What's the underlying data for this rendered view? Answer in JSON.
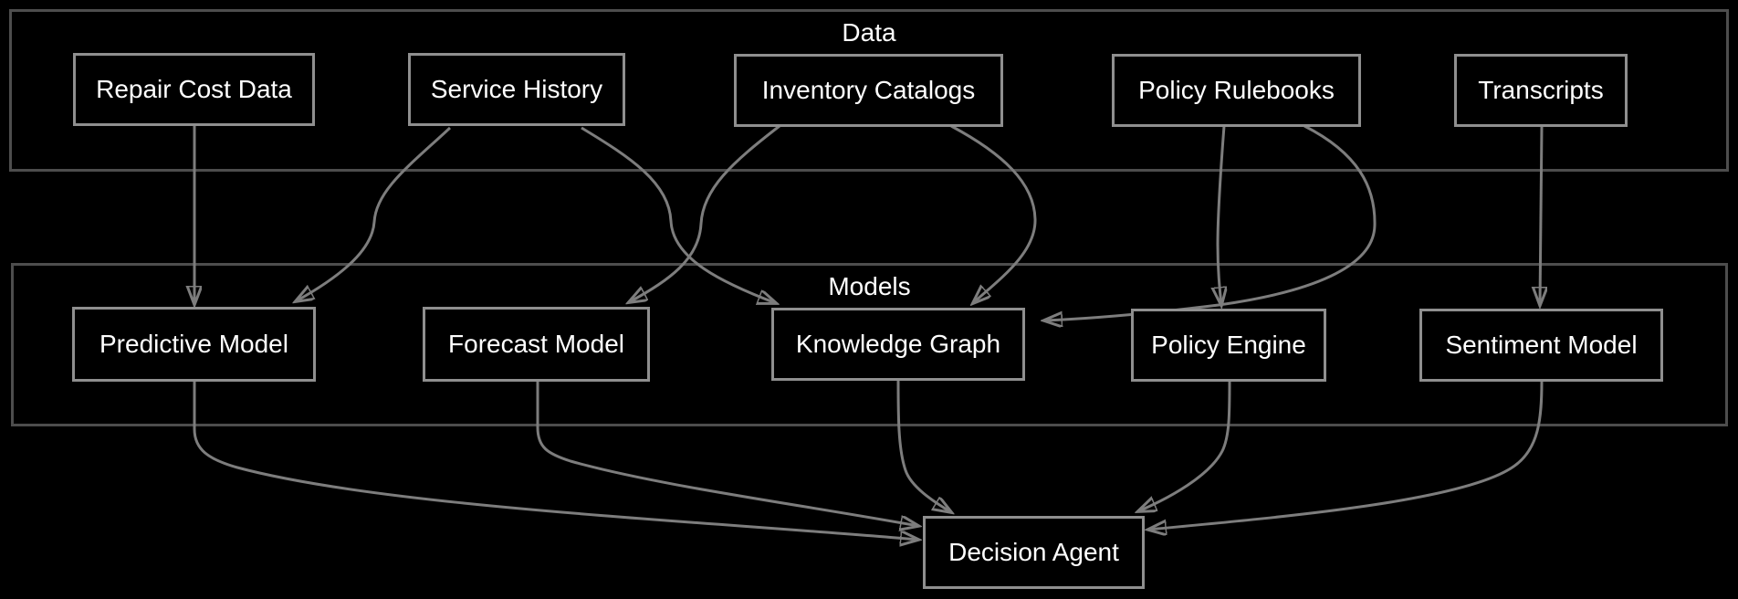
{
  "diagram": {
    "clusters": [
      {
        "id": "data",
        "label": "Data"
      },
      {
        "id": "models",
        "label": "Models"
      }
    ],
    "nodes": [
      {
        "id": "repair-cost-data",
        "label": "Repair Cost Data",
        "cluster": "data"
      },
      {
        "id": "service-history",
        "label": "Service History",
        "cluster": "data"
      },
      {
        "id": "inventory-catalogs",
        "label": "Inventory Catalogs",
        "cluster": "data"
      },
      {
        "id": "policy-rulebooks",
        "label": "Policy Rulebooks",
        "cluster": "data"
      },
      {
        "id": "transcripts",
        "label": "Transcripts",
        "cluster": "data"
      },
      {
        "id": "predictive-model",
        "label": "Predictive Model",
        "cluster": "models"
      },
      {
        "id": "forecast-model",
        "label": "Forecast Model",
        "cluster": "models"
      },
      {
        "id": "knowledge-graph",
        "label": "Knowledge Graph",
        "cluster": "models"
      },
      {
        "id": "policy-engine",
        "label": "Policy Engine",
        "cluster": "models"
      },
      {
        "id": "sentiment-model",
        "label": "Sentiment Model",
        "cluster": "models"
      },
      {
        "id": "decision-agent",
        "label": "Decision Agent",
        "cluster": null
      }
    ],
    "edges": [
      {
        "from": "Repair Cost Data",
        "to": "Predictive Model"
      },
      {
        "from": "Service History",
        "to": "Predictive Model"
      },
      {
        "from": "Service History",
        "to": "Knowledge Graph"
      },
      {
        "from": "Inventory Catalogs",
        "to": "Forecast Model"
      },
      {
        "from": "Inventory Catalogs",
        "to": "Knowledge Graph"
      },
      {
        "from": "Policy Rulebooks",
        "to": "Policy Engine"
      },
      {
        "from": "Policy Rulebooks",
        "to": "Knowledge Graph"
      },
      {
        "from": "Transcripts",
        "to": "Sentiment Model"
      },
      {
        "from": "Predictive Model",
        "to": "Decision Agent"
      },
      {
        "from": "Forecast Model",
        "to": "Decision Agent"
      },
      {
        "from": "Knowledge Graph",
        "to": "Decision Agent"
      },
      {
        "from": "Policy Engine",
        "to": "Decision Agent"
      },
      {
        "from": "Sentiment Model",
        "to": "Decision Agent"
      }
    ],
    "colors": {
      "background": "#000000",
      "cluster_border": "#4d4d4d",
      "node_border": "#8f8f8f",
      "edge": "#7d7d7d",
      "text": "#ffffff"
    }
  }
}
